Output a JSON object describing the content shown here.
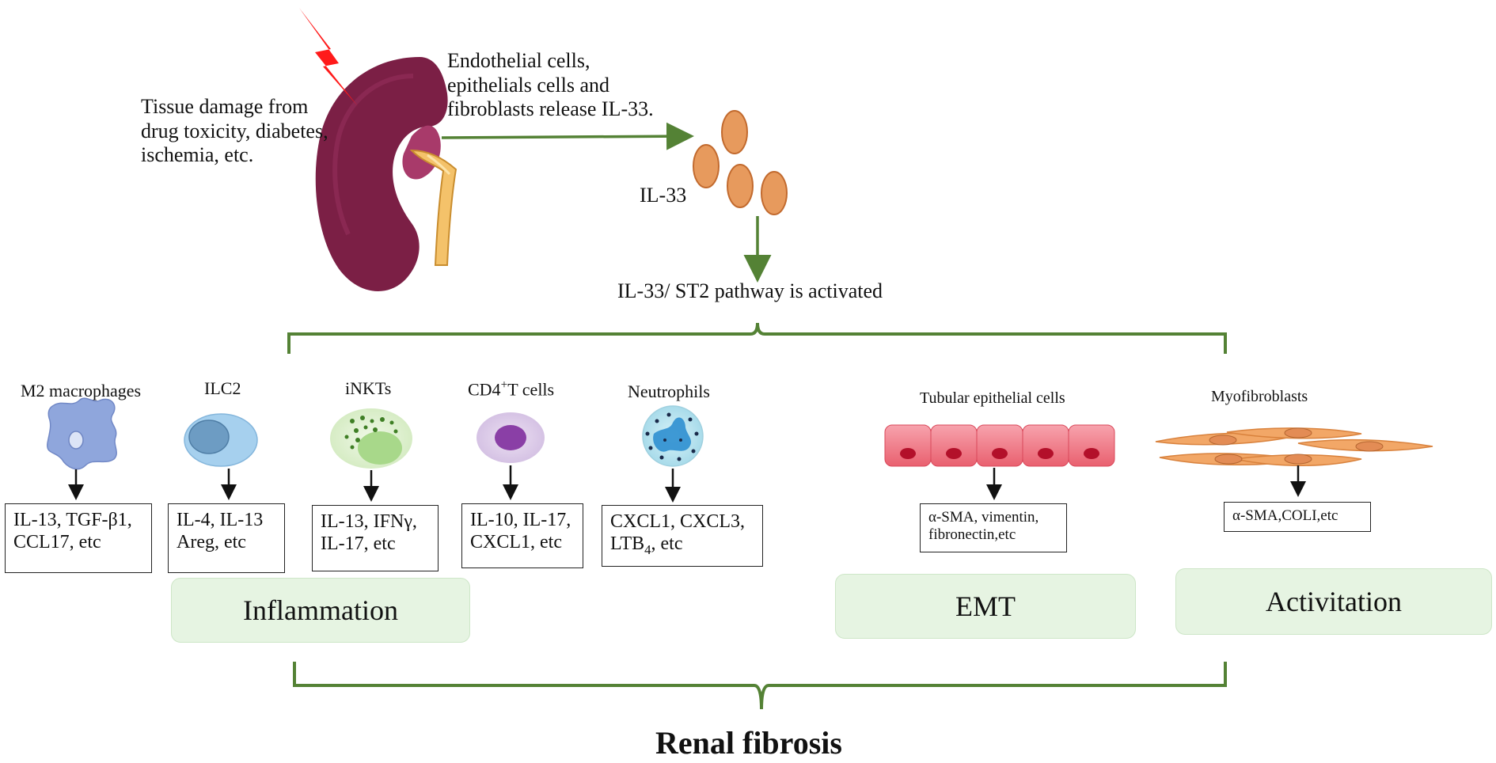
{
  "kidney_caption": "Tissue damage from\ndrug toxicity, diabetes,\nischemia, etc.",
  "release_caption": "Endothelial cells,\nepithelials cells and\nfibroblasts release IL-33.",
  "il33_label": "IL-33",
  "pathway_label": "IL-33/ ST2 pathway is activated",
  "cells": [
    {
      "label": "M2 macrophages",
      "box": "IL-13, TGF-β1,\nCCL17, etc"
    },
    {
      "label": "ILC2",
      "box": "IL-4, IL-13\nAreg, etc"
    },
    {
      "label": "iNKTs",
      "box": "IL-13, IFNγ,\nIL-17, etc"
    },
    {
      "label_pre": "CD4",
      "label_sup": "+",
      "label_post": "T cells",
      "box": "IL-10, IL-17,\nCXCL1, etc"
    },
    {
      "label": "Neutrophils",
      "box_line1": "CXCL1, CXCL3,",
      "box_line2_pre": "LTB",
      "box_line2_sub": "4",
      "box_line2_post": ", etc"
    }
  ],
  "tubular": {
    "label": "Tubular epithelial  cells",
    "box": "α-SMA, vimentin,\nfibronectin,etc"
  },
  "myofibro": {
    "label": "Myofibroblasts",
    "box": "α-SMA,COLI,etc"
  },
  "categories": {
    "inflammation": "Inflammation",
    "emt": "EMT",
    "activation": "Activitation"
  },
  "final_label": "Renal fibrosis",
  "colors": {
    "green": "#548235",
    "kidney": "#7b1f45",
    "il33": "#e79a5d",
    "pill": "#e6f4e2",
    "lightning": "#ff1a1a"
  }
}
